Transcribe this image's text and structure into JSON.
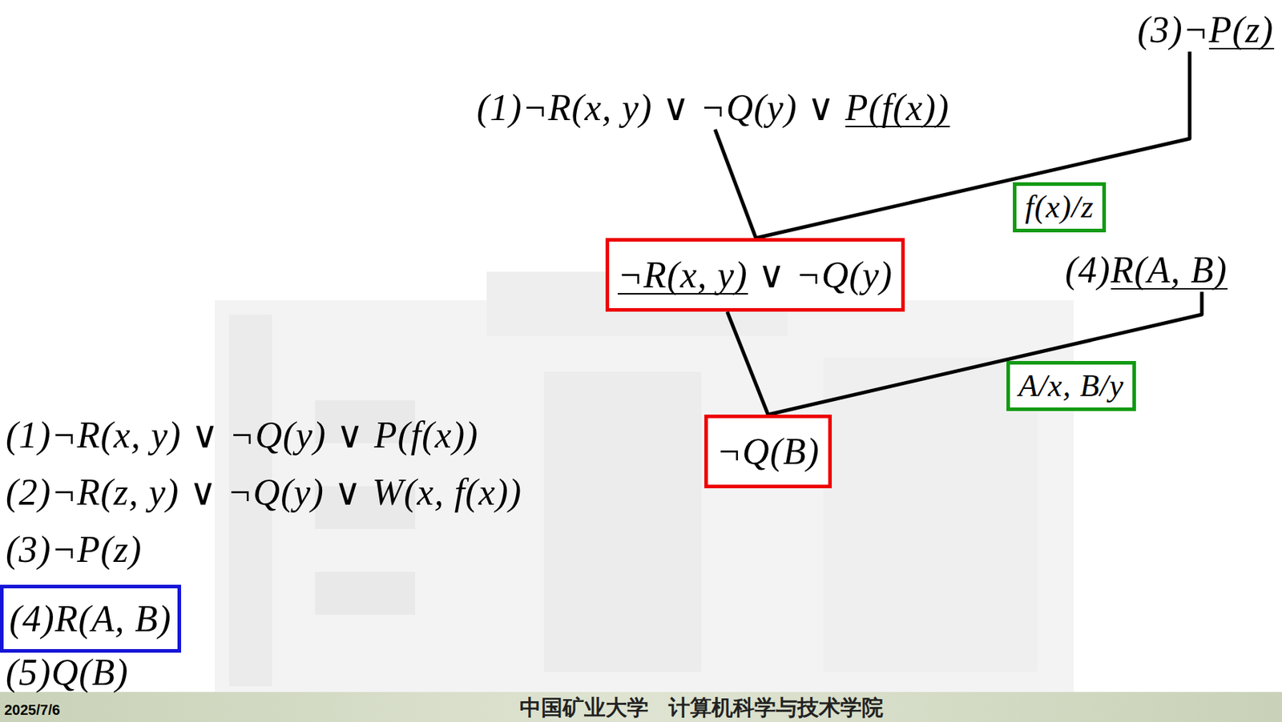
{
  "diagram": {
    "nodes": [
      {
        "text": [
          "(3)¬P(z)"
        ]
      },
      {
        "text": [
          "(1)¬R(x, y) ∨ ¬Q(y) ∨ P(f(x))"
        ]
      },
      {
        "text": [
          "f(x)/z"
        ]
      },
      {
        "text": [
          "¬R(x, y) ∨ ¬Q(y)"
        ]
      },
      {
        "text": [
          "(4)R(A, B)"
        ]
      },
      {
        "text": [
          "A/x, B/y"
        ]
      },
      {
        "text": [
          "¬Q(B)"
        ]
      },
      {
        "text": [
          "(4)R(A, B)"
        ]
      }
    ],
    "edges": [
      {
        "from": 1,
        "to": 3,
        "arrow": "none"
      },
      {
        "from": 0,
        "to": 3,
        "arrow": "none"
      },
      {
        "from": 3,
        "to": 6,
        "arrow": "none"
      },
      {
        "from": 4,
        "to": 6,
        "arrow": "none"
      }
    ],
    "labels": [
      "(1)¬R(x, y) ∨ ¬Q(y) ∨ P(f(x))",
      "(2)¬R(z, y) ∨ ¬Q(y) ∨ W(x, f(x))",
      "(3)¬P(z)",
      "(5)Q(B)",
      "2025/7/6",
      "中国矿业大学 计算机科学与技术学院"
    ]
  }
}
